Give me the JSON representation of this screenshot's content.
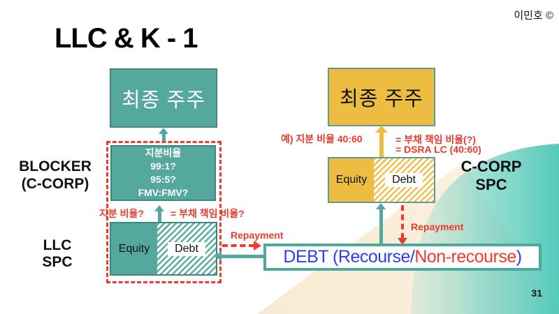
{
  "slide": {
    "author": "이민호 ©",
    "title": "LLC & K - 1",
    "page_number": "31"
  },
  "left_structure": {
    "shareholder_label": "최종 주주",
    "blocker_name_line1": "BLOCKER",
    "blocker_name_line2": "(C-CORP)",
    "blocker_box_lines": [
      "지분비율",
      "99:1?",
      "95:5?",
      "FMV:FMV?"
    ],
    "equity_ratio_question": "지분 비율?",
    "debt_liability_question": "= 부채 책임 비율?",
    "entity_name_line1": "LLC",
    "entity_name_line2": "SPC",
    "equity_label": "Equity",
    "debt_label": "Debt",
    "repayment_label": "Repayment"
  },
  "right_structure": {
    "shareholder_label": "최종 주주",
    "example_note": "예) 지분 비율 40:60",
    "debt_liability_note": "= 부채 책임 비율(?)",
    "dsra_note": "= DSRA LC (40:60)",
    "entity_name_line1": "C-CORP",
    "entity_name_line2": "SPC",
    "equity_label": "Equity",
    "debt_label": "Debt",
    "repayment_label": "Repayment"
  },
  "debt_bar": {
    "text_blue": "DEBT (Recourse/",
    "text_red": "Non-recourse",
    "text_blue_close": ")"
  },
  "colors": {
    "teal": "#55A89E",
    "teal_border": "#3E877E",
    "yellow": "#ECBD41",
    "red": "#EE3A2D",
    "blue": "#2B3FE8",
    "background_teal": "#55CABB",
    "background_cream": "#F8E9CF"
  }
}
